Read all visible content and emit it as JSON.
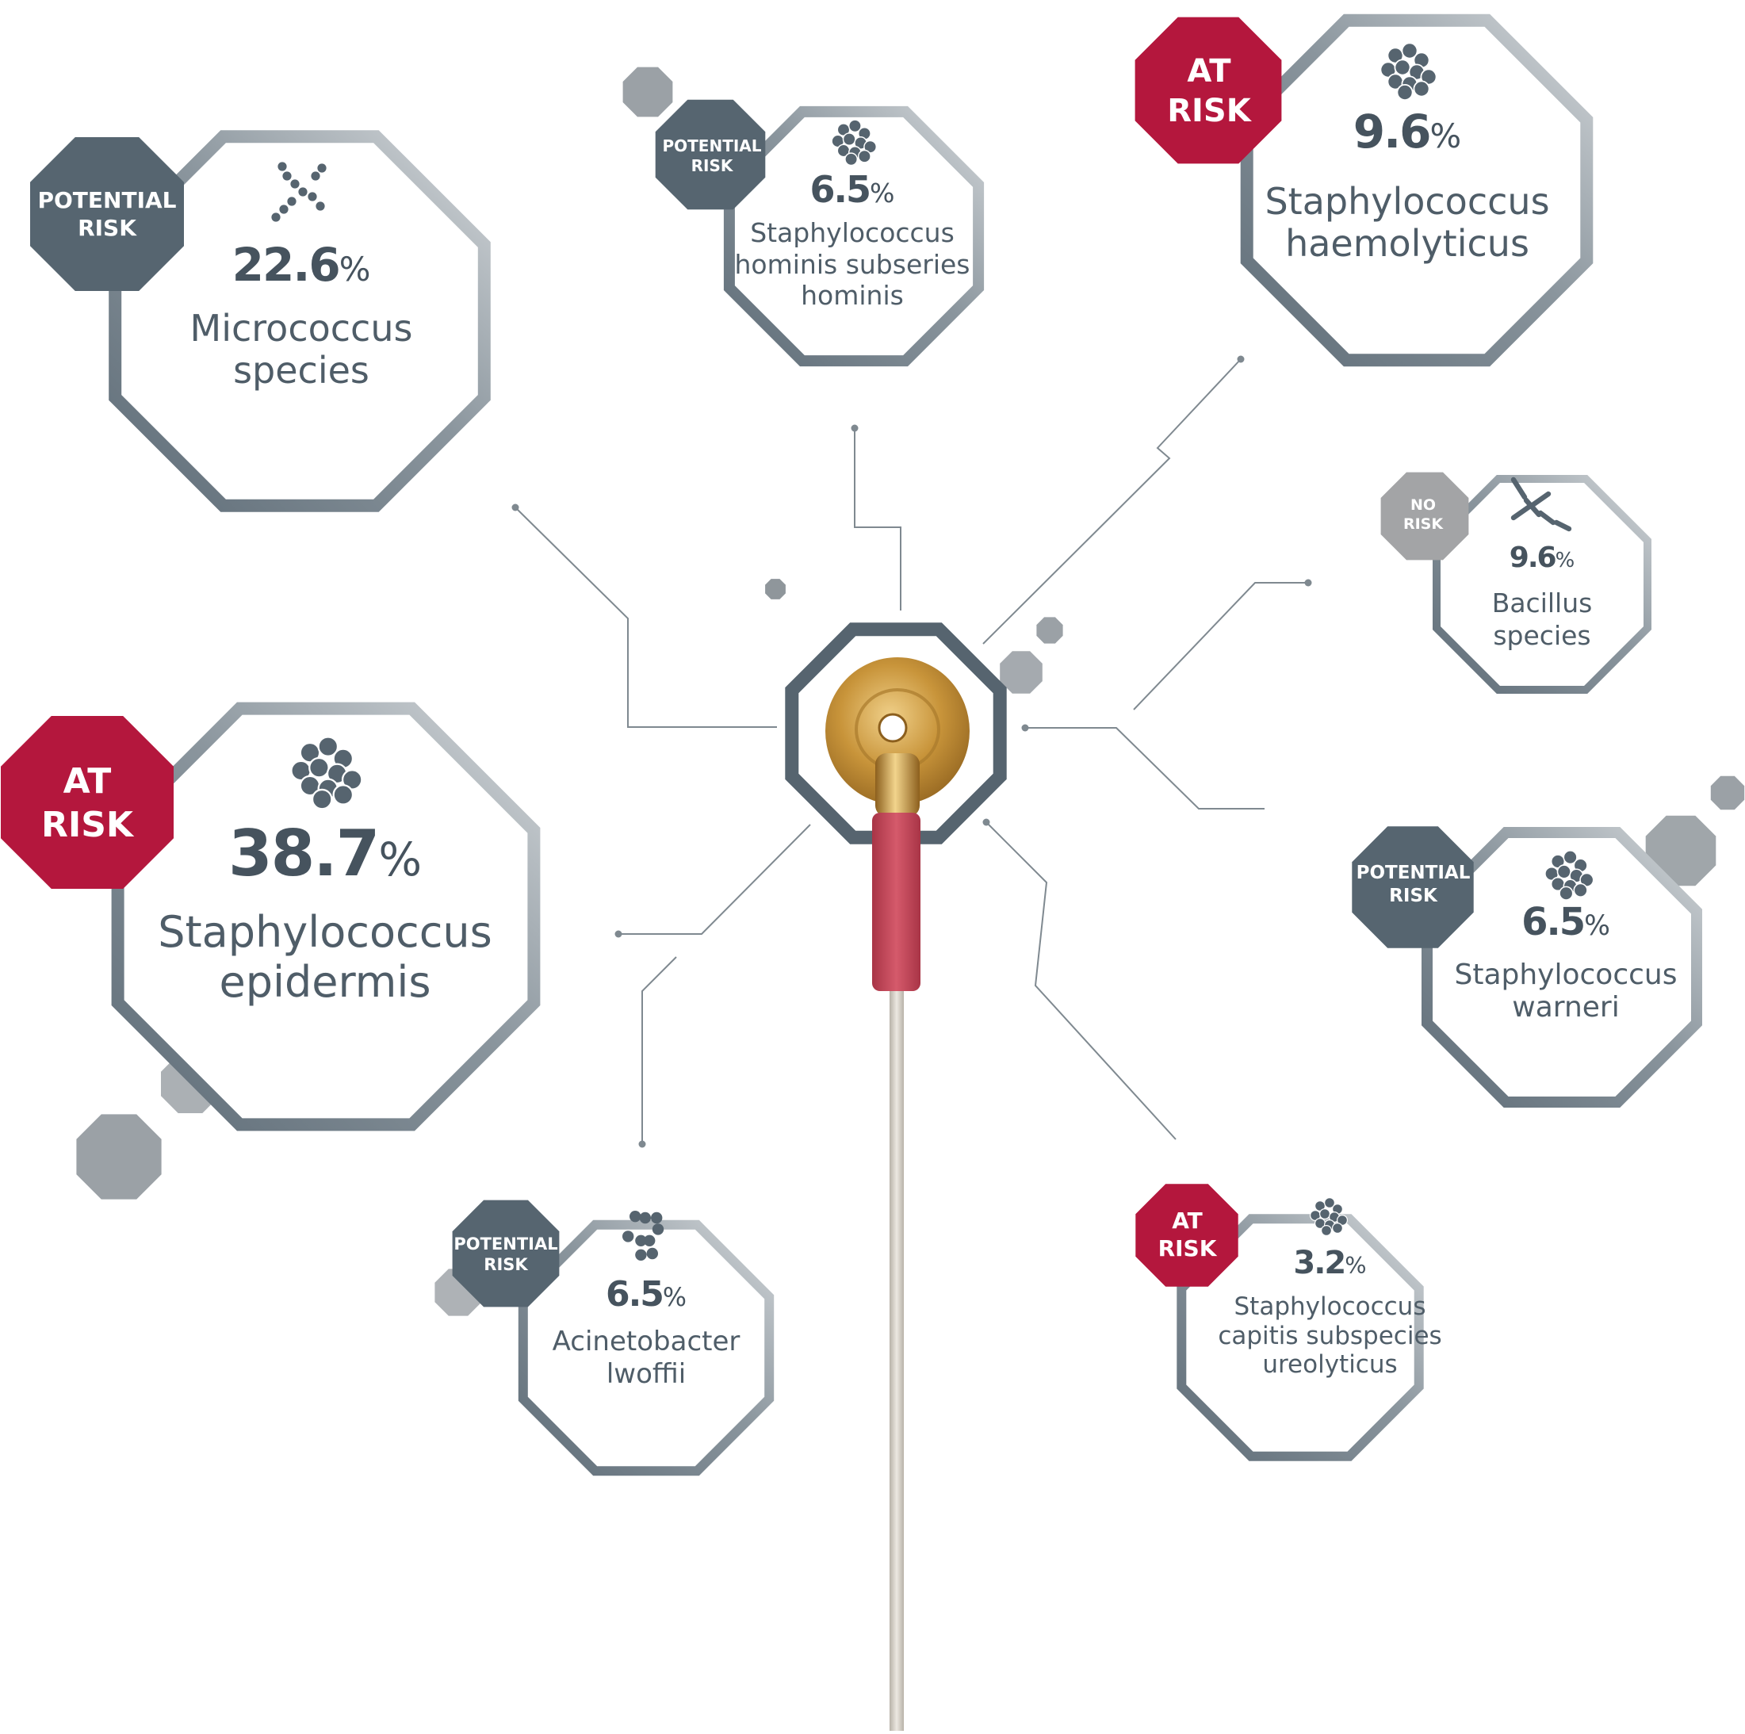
{
  "colors": {
    "at_risk": "#b4173d",
    "potential_risk": "#566570",
    "no_risk": "#a3a4a6",
    "frame_dark": "#66747e",
    "frame_light": "#c9cdd1",
    "text": "#4f5d68",
    "connector": "#7f8990",
    "electrode_gold": "#c89a3a",
    "lead_red": "#c44658",
    "cable": "#d8d3cb"
  },
  "bacteria": [
    {
      "id": "micrococcus",
      "percent": "22.6",
      "percent_sign": "%",
      "name_lines": [
        "Micrococcus",
        "species"
      ],
      "risk_lines": [
        "POTENTIAL",
        "RISK"
      ],
      "risk_level": "potential_risk",
      "icon": "chain-icon"
    },
    {
      "id": "hominis",
      "percent": "6.5",
      "percent_sign": "%",
      "name_lines": [
        "Staphylococcus",
        "hominis subseries",
        "hominis"
      ],
      "risk_lines": [
        "POTENTIAL",
        "RISK"
      ],
      "risk_level": "potential_risk",
      "icon": "cluster-icon"
    },
    {
      "id": "haemolyticus",
      "percent": "9.6",
      "percent_sign": "%",
      "name_lines": [
        "Staphylococcus",
        "haemolyticus"
      ],
      "risk_lines": [
        "AT",
        "RISK"
      ],
      "risk_level": "at_risk",
      "icon": "cluster-icon"
    },
    {
      "id": "bacillus",
      "percent": "9.6",
      "percent_sign": "%",
      "name_lines": [
        "Bacillus",
        "species"
      ],
      "risk_lines": [
        "NO",
        "RISK"
      ],
      "risk_level": "no_risk",
      "icon": "rod-icon"
    },
    {
      "id": "epidermis",
      "percent": "38.7",
      "percent_sign": "%",
      "name_lines": [
        "Staphylococcus",
        "epidermis"
      ],
      "risk_lines": [
        "AT",
        "RISK"
      ],
      "risk_level": "at_risk",
      "icon": "cluster-icon"
    },
    {
      "id": "warneri",
      "percent": "6.5",
      "percent_sign": "%",
      "name_lines": [
        "Staphylococcus",
        "warneri"
      ],
      "risk_lines": [
        "POTENTIAL",
        "RISK"
      ],
      "risk_level": "potential_risk",
      "icon": "cluster-icon"
    },
    {
      "id": "lwoffii",
      "percent": "6.5",
      "percent_sign": "%",
      "name_lines": [
        "Acinetobacter",
        "lwoffii"
      ],
      "risk_lines": [
        "POTENTIAL",
        "RISK"
      ],
      "risk_level": "potential_risk",
      "icon": "diplococci-icon"
    },
    {
      "id": "capitis",
      "percent": "3.2",
      "percent_sign": "%",
      "name_lines": [
        "Staphylococcus",
        "capitis subspecies",
        "ureolyticus"
      ],
      "risk_lines": [
        "AT",
        "RISK"
      ],
      "risk_level": "at_risk",
      "icon": "cluster-icon"
    }
  ]
}
